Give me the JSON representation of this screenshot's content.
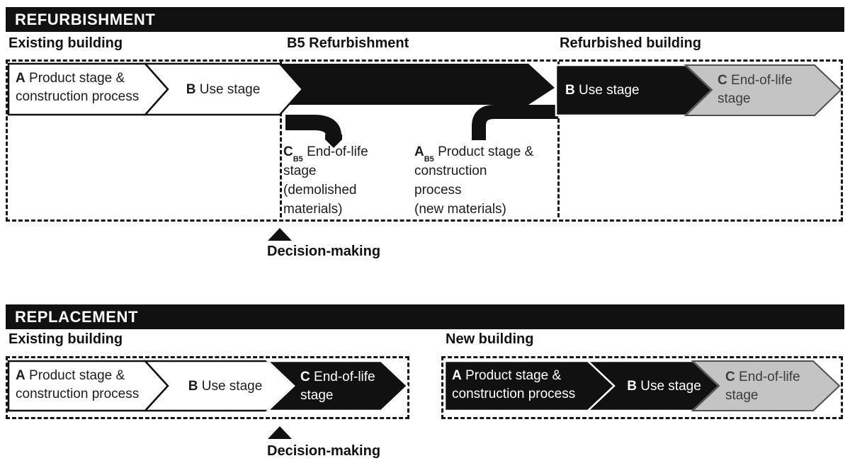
{
  "colors": {
    "black": "#111111",
    "white": "#ffffff",
    "gray_fill": "#c4c4c4",
    "gray_stroke": "#4f4f4f"
  },
  "refurbishment": {
    "header": "REFURBISHMENT",
    "existing_heading": "Existing building",
    "b5_heading": "B5 Refurbishment",
    "refurbished_heading": "Refurbished building",
    "stage_a": {
      "letter": "A",
      "label": "Product stage & construction process"
    },
    "stage_b": {
      "letter": "B",
      "label": "Use stage"
    },
    "stage_b_refurbished": {
      "letter": "B",
      "label": "Use stage"
    },
    "stage_c": {
      "letter": "C",
      "label": "End-of-life stage"
    },
    "c_b5": {
      "letter": "C",
      "subscript": "B5",
      "lines": [
        "End-of-life",
        "stage",
        "(demolished",
        "materials)"
      ]
    },
    "a_b5": {
      "letter": "A",
      "subscript": "B5",
      "lines": [
        "Product stage &",
        "construction",
        "process",
        "(new materials)"
      ]
    },
    "decision_label": "Decision-making"
  },
  "replacement": {
    "header": "REPLACEMENT",
    "existing_heading": "Existing building",
    "new_heading": "New building",
    "existing": {
      "stage_a": {
        "letter": "A",
        "label": "Product stage & construction process"
      },
      "stage_b": {
        "letter": "B",
        "label": "Use stage"
      },
      "stage_c": {
        "letter": "C",
        "label": "End-of-life stage"
      }
    },
    "new": {
      "stage_a": {
        "letter": "A",
        "label": "Product stage & construction process"
      },
      "stage_b": {
        "letter": "B",
        "label": "Use stage"
      },
      "stage_c": {
        "letter": "C",
        "label": "End-of-life stage"
      }
    },
    "decision_label": "Decision-making"
  }
}
